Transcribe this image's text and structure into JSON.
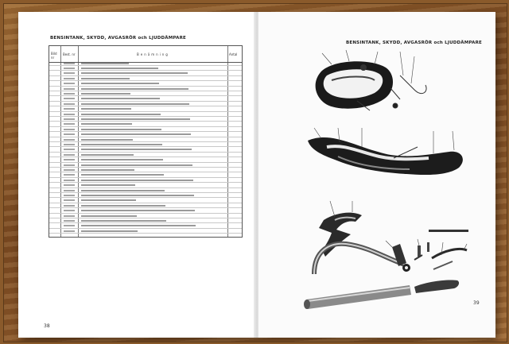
{
  "left_page": {
    "heading": "BENSINTANK, SKYDD, AVGASRÖR och LJUDDÄMPARE",
    "column_headers": [
      "Bild nr",
      "Best. nr",
      "Benämning",
      "Antal"
    ],
    "page_number": "38"
  },
  "right_page": {
    "heading": "BENSINTANK, SKYDD, AVGASRÖR och LJUDDÄMPARE",
    "page_number": "39"
  }
}
